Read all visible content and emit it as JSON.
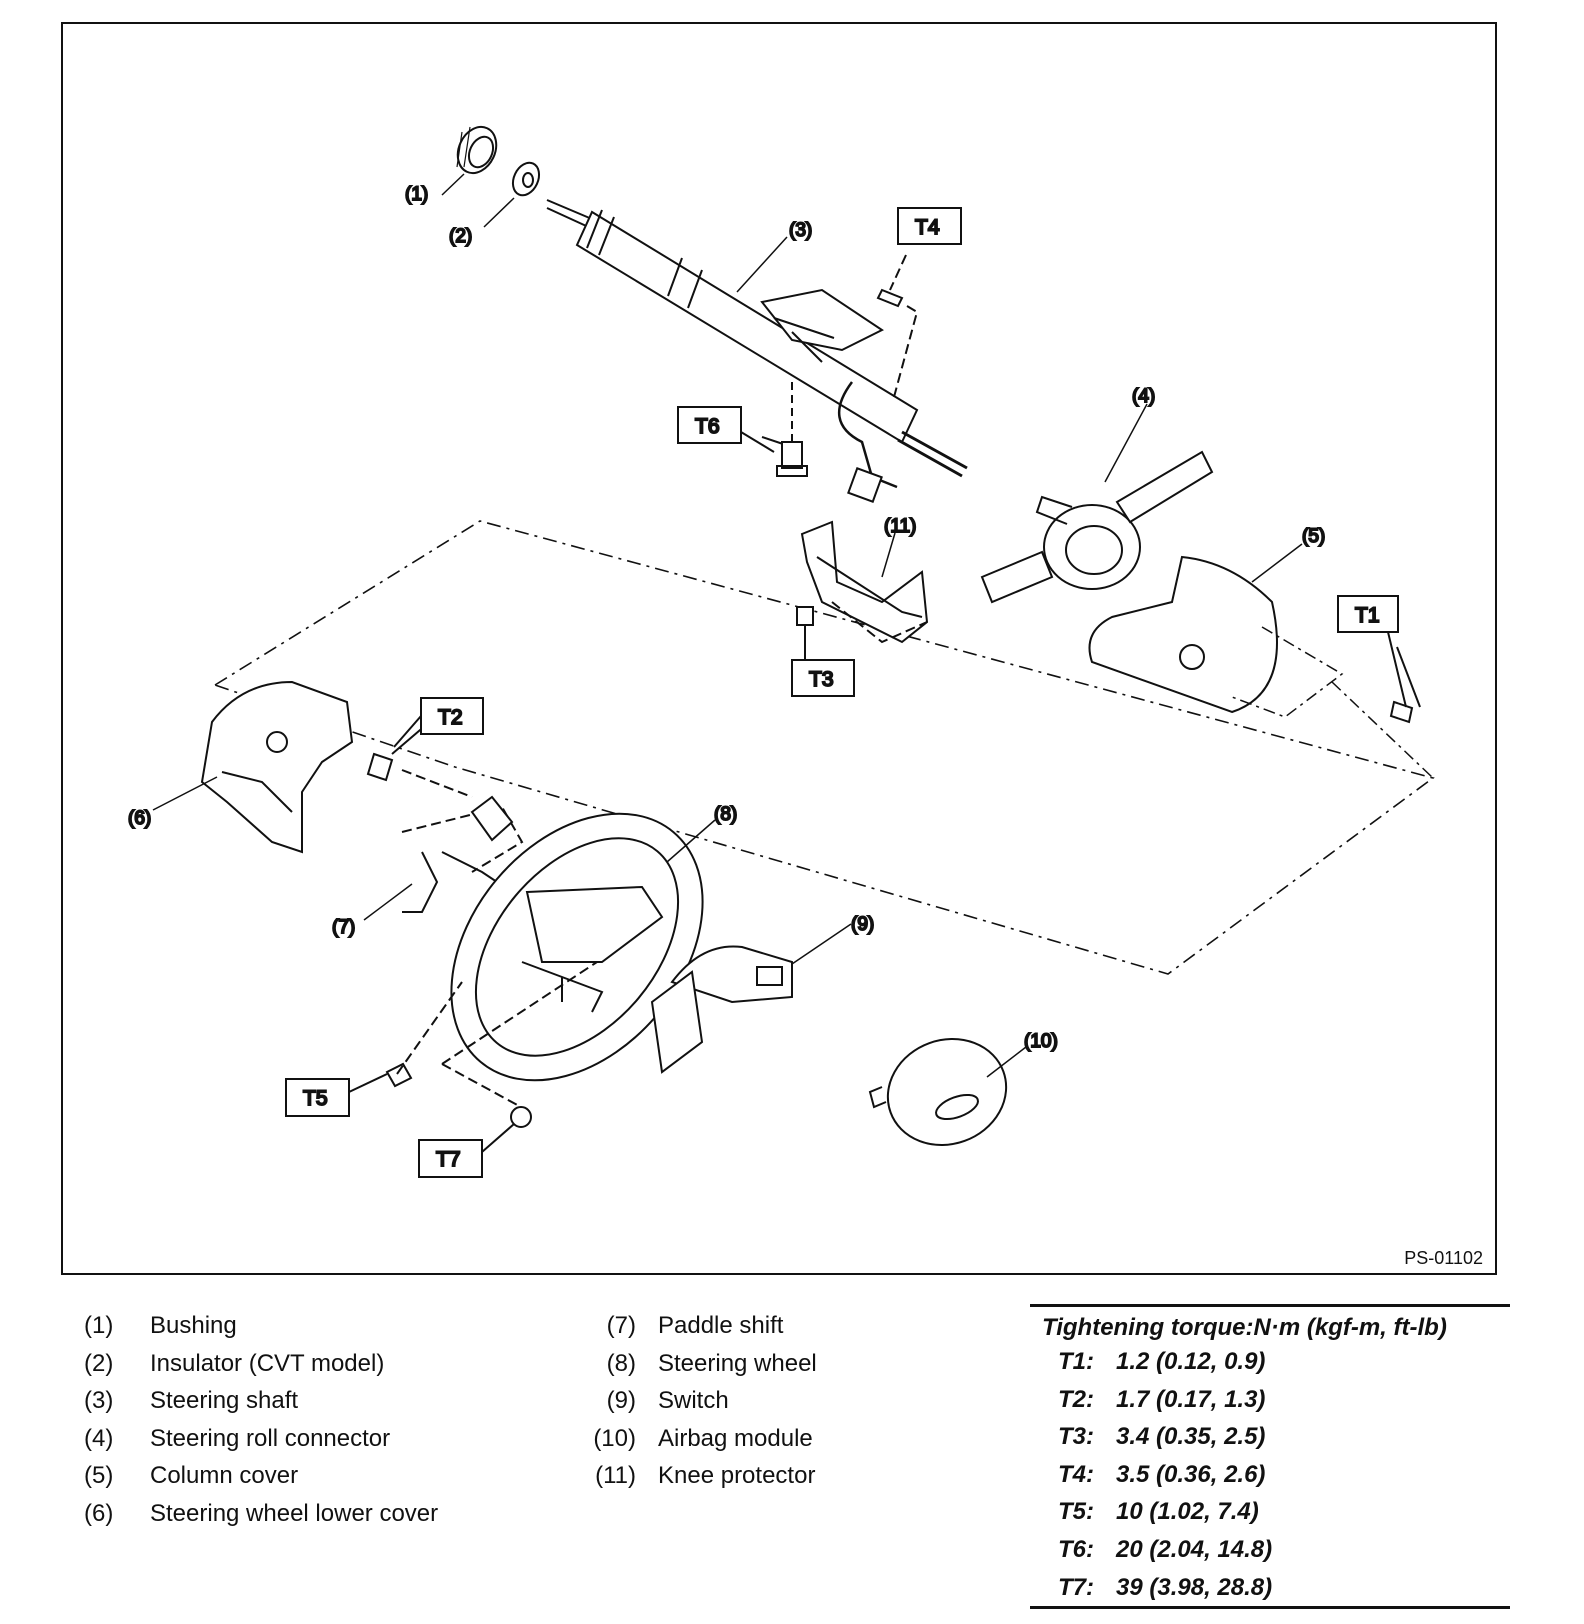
{
  "diagram": {
    "figure_code": "PS-01102",
    "callouts": [
      "(1)",
      "(2)",
      "(3)",
      "(4)",
      "(5)",
      "(6)",
      "(7)",
      "(8)",
      "(9)",
      "(10)",
      "(11)"
    ],
    "torque_boxes": [
      "T1",
      "T2",
      "T3",
      "T4",
      "T5",
      "T6",
      "T7"
    ]
  },
  "legend_left": [
    {
      "num": "(1)",
      "label": "Bushing"
    },
    {
      "num": "(2)",
      "label": "Insulator (CVT model)"
    },
    {
      "num": "(3)",
      "label": "Steering shaft"
    },
    {
      "num": "(4)",
      "label": "Steering roll connector"
    },
    {
      "num": "(5)",
      "label": "Column cover"
    },
    {
      "num": "(6)",
      "label": "Steering wheel lower cover"
    }
  ],
  "legend_right": [
    {
      "num": "(7)",
      "label": "Paddle shift"
    },
    {
      "num": "(8)",
      "label": "Steering wheel"
    },
    {
      "num": "(9)",
      "label": "Switch"
    },
    {
      "num": "(10)",
      "label": "Airbag module"
    },
    {
      "num": "(11)",
      "label": "Knee protector"
    }
  ],
  "torque": {
    "title": "Tightening torque:N·m (kgf-m, ft-lb)",
    "rows": [
      {
        "key": "T1:",
        "value": "1.2 (0.12, 0.9)"
      },
      {
        "key": "T2:",
        "value": "1.7 (0.17, 1.3)"
      },
      {
        "key": "T3:",
        "value": "3.4 (0.35, 2.5)"
      },
      {
        "key": "T4:",
        "value": "3.5 (0.36, 2.6)"
      },
      {
        "key": "T5:",
        "value": "10 (1.02, 7.4)"
      },
      {
        "key": "T6:",
        "value": "20 (2.04, 14.8)"
      },
      {
        "key": "T7:",
        "value": "39 (3.98, 28.8)"
      }
    ]
  }
}
